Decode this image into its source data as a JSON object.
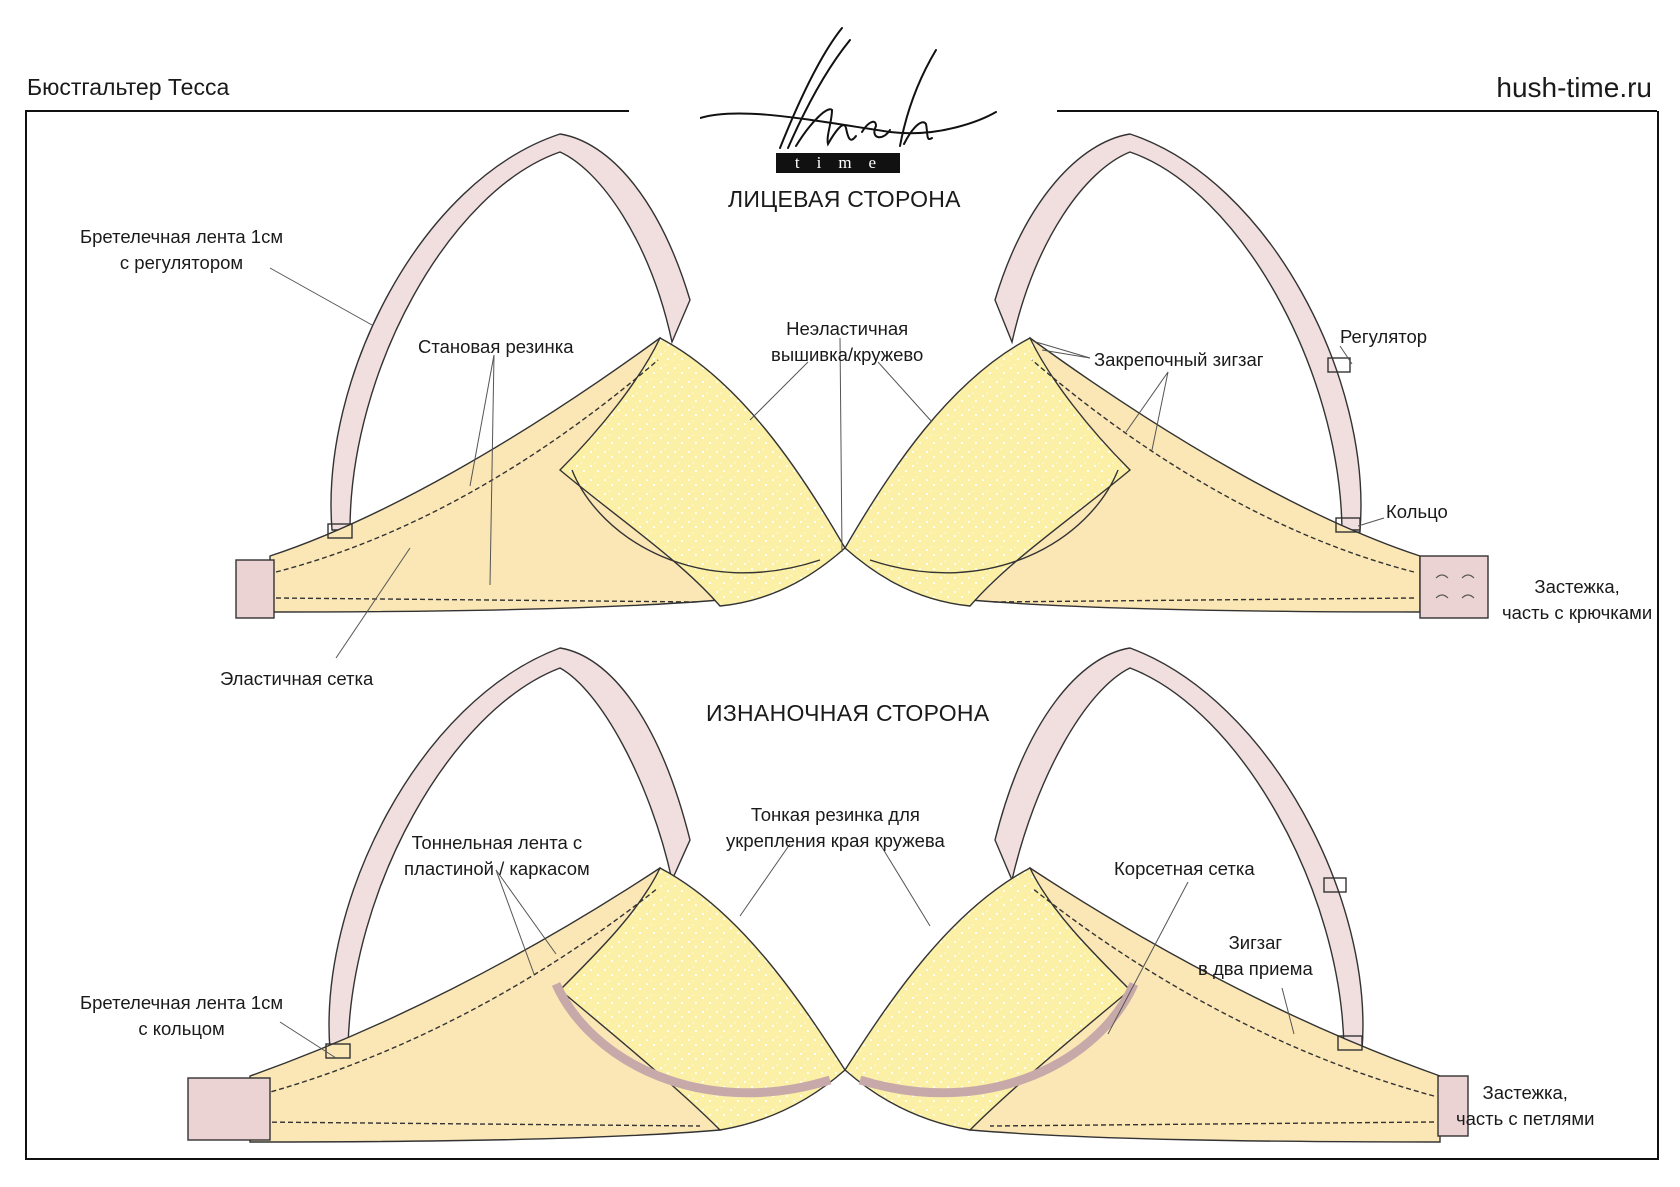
{
  "header": {
    "product_title": "Бюстгальтер Тесса",
    "site": "hush-time.ru",
    "logo_tag": "time"
  },
  "front": {
    "title": "ЛИЦЕВАЯ СТОРОНА",
    "labels": {
      "strap_line1": "Бретелечная лента 1см",
      "strap_line2": "с регулятором",
      "band_elastic": "Становая резинка",
      "lace_line1": "Неэластичная",
      "lace_line2": "вышивка/кружево",
      "bartack": "Закрепочный зигзаг",
      "regulator": "Регулятор",
      "ring": "Кольцо",
      "hooks_line1": "Застежка,",
      "hooks_line2": "часть с крючками",
      "mesh": "Эластичная сетка"
    }
  },
  "back": {
    "title": "ИЗНАНОЧНАЯ СТОРОНА",
    "labels": {
      "tunnel_line1": "Тоннельная лента с",
      "tunnel_line2": "пластиной / каркасом",
      "thin_elastic_line1": "Тонкая резинка для",
      "thin_elastic_line2": "укрепления края кружева",
      "corset_mesh": "Корсетная сетка",
      "zigzag_line1": "Зигзаг",
      "zigzag_line2": "в два приема",
      "strap_line1": "Бретелечная лента 1см",
      "strap_line2": "с кольцом",
      "eyes_line1": "Застежка,",
      "eyes_line2": "часть с петлями"
    }
  },
  "colors": {
    "lace": "#fbf0a6",
    "lace_dots": "#ffffff",
    "band": "#fbe7b5",
    "elastic": "#f3e6e0",
    "strap": "#f1dede",
    "outline": "#333333",
    "hook_tab": "#ecd3d3"
  }
}
